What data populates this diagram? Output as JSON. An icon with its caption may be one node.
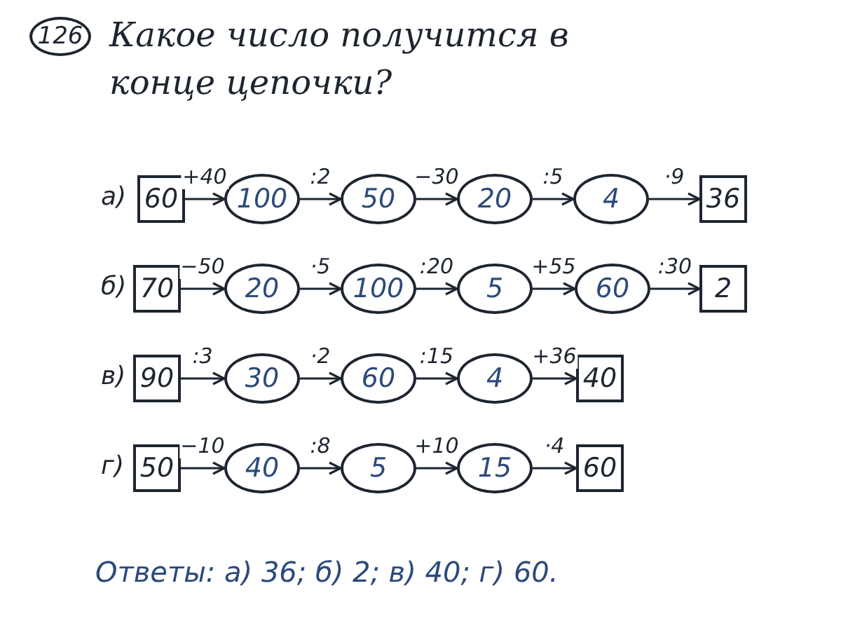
{
  "diagram": {
    "title": "Какое число получится в конце цепочки?",
    "nodes": [
      {
        "text": [
          "126"
        ]
      },
      {
        "text": [
          "60"
        ]
      },
      {
        "text": [
          "100"
        ]
      },
      {
        "text": [
          "50"
        ]
      },
      {
        "text": [
          "20"
        ]
      },
      {
        "text": [
          "4"
        ]
      },
      {
        "text": [
          "36"
        ]
      },
      {
        "text": [
          "70"
        ]
      },
      {
        "text": [
          "20"
        ]
      },
      {
        "text": [
          "100"
        ]
      },
      {
        "text": [
          "5"
        ]
      },
      {
        "text": [
          "60"
        ]
      },
      {
        "text": [
          "2"
        ]
      },
      {
        "text": [
          "90"
        ]
      },
      {
        "text": [
          "30"
        ]
      },
      {
        "text": [
          "60"
        ]
      },
      {
        "text": [
          "4"
        ]
      },
      {
        "text": [
          "40"
        ]
      },
      {
        "text": [
          "50"
        ]
      },
      {
        "text": [
          "40"
        ]
      },
      {
        "text": [
          "5"
        ]
      },
      {
        "text": [
          "15"
        ]
      },
      {
        "text": [
          "60"
        ]
      }
    ],
    "edges": [
      {
        "from": 1,
        "to": 2,
        "arrow": "to",
        "label": "+40"
      },
      {
        "from": 2,
        "to": 3,
        "arrow": "to",
        "label": ":2"
      },
      {
        "from": 3,
        "to": 4,
        "arrow": "to",
        "label": "−30"
      },
      {
        "from": 4,
        "to": 5,
        "arrow": "to",
        "label": ":5"
      },
      {
        "from": 5,
        "to": 6,
        "arrow": "to",
        "label": "·9"
      },
      {
        "from": 7,
        "to": 8,
        "arrow": "to",
        "label": "−50"
      },
      {
        "from": 8,
        "to": 9,
        "arrow": "to",
        "label": "·5"
      },
      {
        "from": 9,
        "to": 10,
        "arrow": "to",
        "label": ":20"
      },
      {
        "from": 10,
        "to": 11,
        "arrow": "to",
        "label": "+55"
      },
      {
        "from": 11,
        "to": 12,
        "arrow": "to",
        "label": ":30"
      },
      {
        "from": 13,
        "to": 14,
        "arrow": "to",
        "label": ":3"
      },
      {
        "from": 14,
        "to": 15,
        "arrow": "to",
        "label": "·2"
      },
      {
        "from": 15,
        "to": 16,
        "arrow": "to",
        "label": ":15"
      },
      {
        "from": 16,
        "to": 17,
        "arrow": "to",
        "label": "+36"
      },
      {
        "from": 18,
        "to": 19,
        "arrow": "to",
        "label": "−10"
      },
      {
        "from": 19,
        "to": 20,
        "arrow": "to",
        "label": ":8"
      },
      {
        "from": 20,
        "to": 21,
        "arrow": "to",
        "label": "+10"
      },
      {
        "from": 21,
        "to": 22,
        "arrow": "to",
        "label": "·4"
      }
    ],
    "labels": [
      "а)",
      "б)",
      "в)",
      "г)",
      "Ответы: а) 36; б) 2; в) 40; г) 60."
    ]
  }
}
